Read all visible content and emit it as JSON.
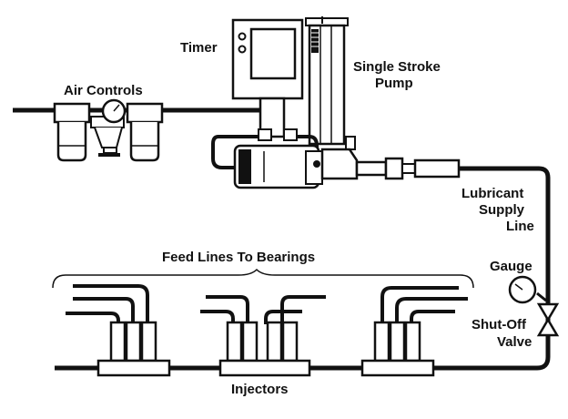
{
  "labels": {
    "timer": "Timer",
    "pump_line1": "Single Stroke",
    "pump_line2": "Pump",
    "air_controls": "Air Controls",
    "lubricant_line1": "Lubricant",
    "lubricant_line2": "Supply",
    "lubricant_line3": "Line",
    "gauge": "Gauge",
    "shutoff_line1": "Shut-Off",
    "shutoff_line2": "Valve",
    "feed_lines": "Feed Lines To Bearings",
    "injectors": "Injectors"
  },
  "colors": {
    "ink": "#111111",
    "paper": "#ffffff"
  }
}
